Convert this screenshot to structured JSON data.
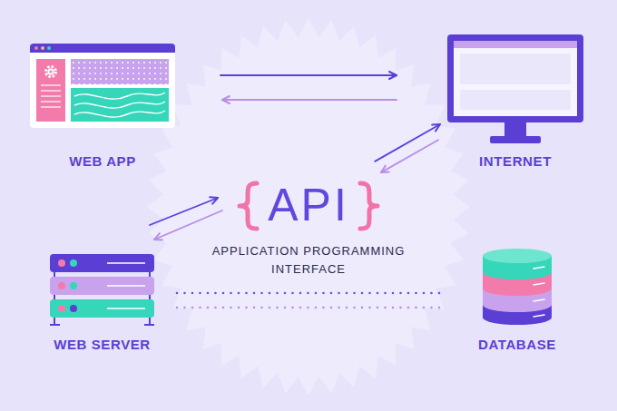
{
  "diagram": {
    "nodes": [
      {
        "text": [
          "WEB APP"
        ]
      },
      {
        "text": [
          "INTERNET"
        ]
      },
      {
        "text": [
          "API",
          "APPLICATION PROGRAMMING INTERFACE"
        ]
      },
      {
        "text": [
          "WEB SERVER"
        ]
      },
      {
        "text": [
          "DATABASE"
        ]
      }
    ],
    "edges": [
      {
        "from": 0,
        "to": 1,
        "arrow": "to"
      },
      {
        "from": 1,
        "to": 0,
        "arrow": "to"
      },
      {
        "from": 2,
        "to": 1,
        "arrow": "to"
      },
      {
        "from": 1,
        "to": 2,
        "arrow": "to"
      },
      {
        "from": 3,
        "to": 2,
        "arrow": "to"
      },
      {
        "from": 2,
        "to": 3,
        "arrow": "to"
      },
      {
        "from": 3,
        "to": 4,
        "arrow": "none"
      },
      {
        "from": 3,
        "to": 4,
        "arrow": "none"
      }
    ]
  }
}
